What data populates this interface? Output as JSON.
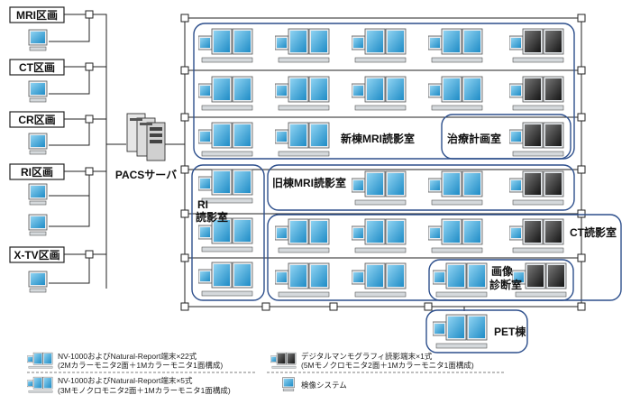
{
  "zones": [
    {
      "label": "MRI区画",
      "units": 1
    },
    {
      "label": "CT区画",
      "units": 1
    },
    {
      "label": "CR区画",
      "units": 1
    },
    {
      "label": "RI区画",
      "units": 2
    },
    {
      "label": "X-TV区画",
      "units": 1
    }
  ],
  "server": {
    "label": "PACSサーバ"
  },
  "rooms": {
    "new_mri": "新棟MRI読影室",
    "treatment": "治療計画室",
    "old_mri": "旧棟MRI読影室",
    "ri_reading_1": "RI",
    "ri_reading_2": "読影室",
    "ct_reading": "CT読影室",
    "image_diag_1": "画像",
    "image_diag_2": "診断室",
    "pet": "PET棟"
  },
  "legend": {
    "a1": "NV-1000およびNatural-Report端末×22式",
    "a2": "(2Mカラーモニタ2面＋1Mカラーモニタ1面構成)",
    "b1": "NV-1000およびNatural-Report端末×5式",
    "b2": "(3Mモノクロモニタ2面＋1Mカラーモニタ1面構成)",
    "c1": "デジタルマンモグラフィ読影端末×1式",
    "c2": "(5Mモノクロモニタ2面＋1Mカラーモニタ1面構成)",
    "d1": "検像システム"
  },
  "colors": {
    "color_screen": "#3aa6d8",
    "mono_screen": "#2a2a2a",
    "room_border": "#2d4f8c"
  }
}
